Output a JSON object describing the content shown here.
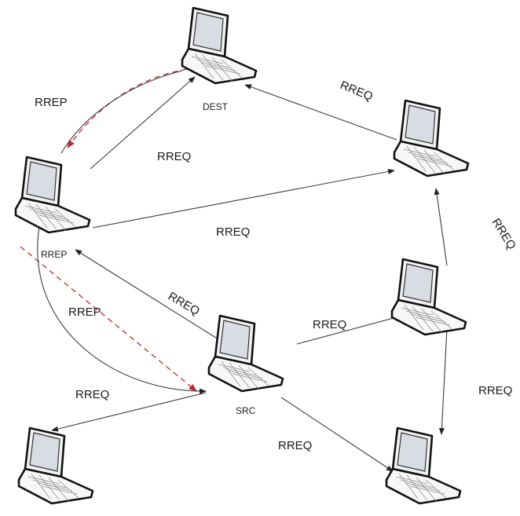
{
  "nodes": {
    "dest": {
      "label": "DEST"
    },
    "rrep_node": {
      "label": "RREP"
    },
    "src": {
      "label": "SRC"
    }
  },
  "edge_labels": {
    "dest_to_left_reply": "RREP",
    "left_to_dest_request": "RREQ",
    "right_top_to_dest": "RREQ",
    "left_to_right_top": "RREQ",
    "right_vertical_upper": "RREQ",
    "src_to_left": "RREQ",
    "left_to_src_reply": "RREP",
    "src_to_right_mid": "RREQ",
    "src_to_bottom_left": "RREQ",
    "right_vertical_lower": "RREQ",
    "src_to_bottom_right": "RREQ"
  },
  "colors": {
    "request_line": "#3a3a3a",
    "reply_line": "#c0272d"
  },
  "icons": [
    "laptop-icon"
  ]
}
